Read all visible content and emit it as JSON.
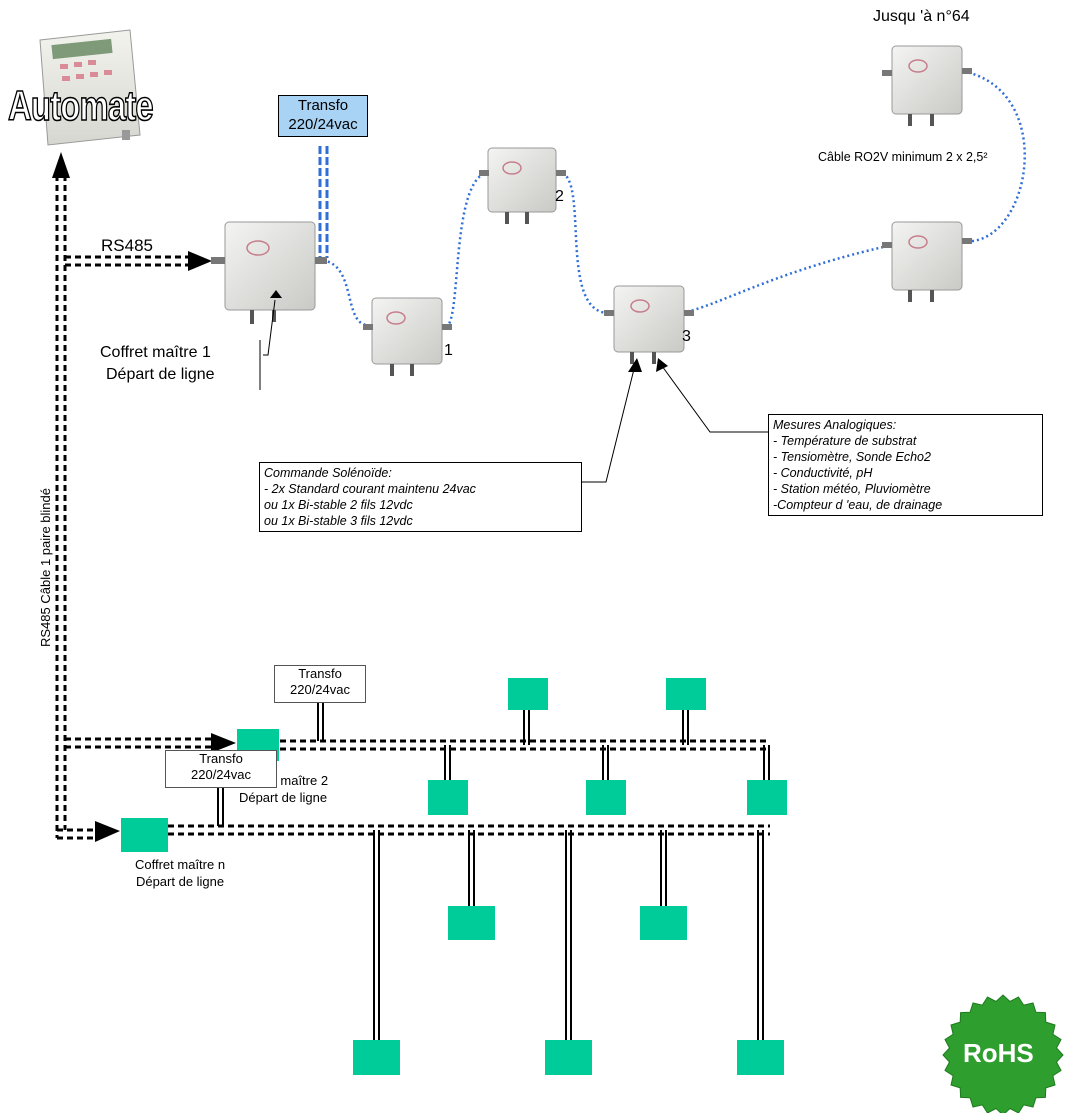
{
  "automate_label": "Automate",
  "rs485_label": "RS485",
  "vertical_cable_label": "RS485 Câble 1 paire blindé",
  "top_transfo": {
    "line1": "Transfo",
    "line2": "220/24vac"
  },
  "master1": {
    "line1": "Coffret maître 1",
    "line2": "Départ de ligne"
  },
  "slave_numbers": [
    "1",
    "2",
    "3"
  ],
  "jusqu_label": "Jusqu 'à n°64",
  "cable_ro2v_label": "Câble RO2V minimum 2 x 2,5²",
  "solenoid_note": {
    "title": "Commande Solénoïde:",
    "lines": [
      "- 2x Standard courant maintenu 24vac",
      "ou 1x Bi-stable 2 fils 12vdc",
      "ou 1x Bi-stable 3 fils 12vdc"
    ]
  },
  "analog_note": {
    "title": "Mesures Analogiques:",
    "lines": [
      "- Température de substrat",
      "- Tensiomètre, Sonde Echo2",
      "- Conductivité, pH",
      "- Station météo, Pluviomètre",
      "-Compteur d 'eau, de drainage"
    ]
  },
  "transfo2": {
    "line1": "Transfo",
    "line2": "220/24vac"
  },
  "master2": {
    "line1": "Coffret maître 2",
    "line2": "Départ de ligne"
  },
  "transfo3": {
    "line1": "Transfo",
    "line2": "220/24vac"
  },
  "mastern": {
    "line1": "Coffret maître n",
    "line2": "Départ de ligne"
  },
  "rohs_label": "RoHS",
  "colors": {
    "node_green": "#00cc99",
    "cable_blue": "#2f6fd6",
    "transfo_blue": "#a9d3f5",
    "rohs_green": "#2e9e2e"
  }
}
